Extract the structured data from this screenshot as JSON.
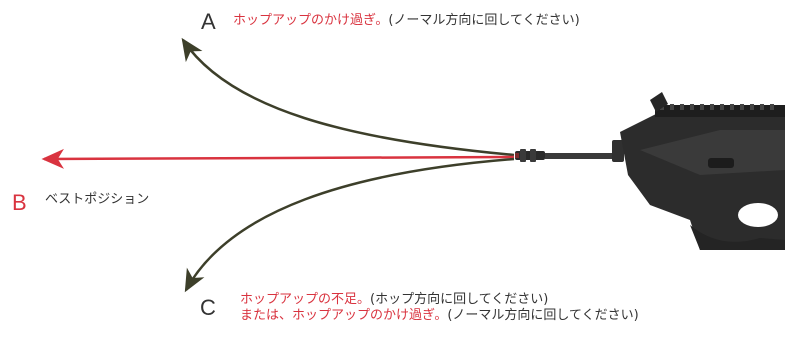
{
  "labels": {
    "a": {
      "letter": "A",
      "red_text": "ホップアップのかけ過ぎ。",
      "dark_text": "(ノーマル方向に回してください)"
    },
    "b": {
      "letter": "B",
      "text": "ベストポジション"
    },
    "c": {
      "letter": "C",
      "line1_red": "ホップアップの不足。",
      "line1_dark": "(ホップ方向に回してください)",
      "line2_red": "または、ホップアップのかけ過ぎ。",
      "line2_dark": "(ノーマル方向に回してください)"
    }
  },
  "colors": {
    "arrow_a": "#3d3f2a",
    "arrow_b": "#d9333f",
    "arrow_c": "#3d3f2a",
    "letter_b": "#d9333f",
    "text_red": "#d9333f",
    "text_dark": "#333333",
    "rifle_body": "#2c2c2c"
  },
  "icons": {
    "rifle": "assault-rifle-image"
  }
}
